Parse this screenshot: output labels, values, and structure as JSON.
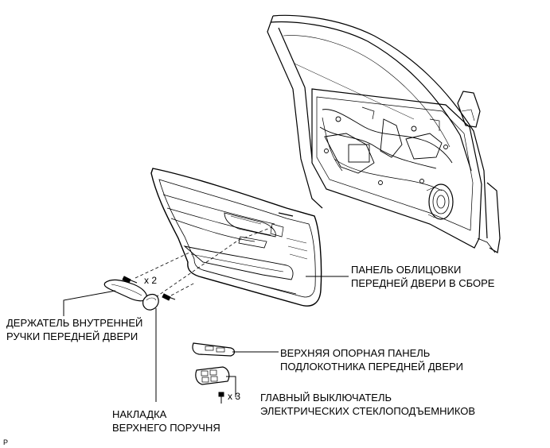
{
  "labels": {
    "door_trim_line1": "ПАНЕЛЬ ОБЛИЦОВКИ",
    "door_trim_line2": "ПЕРЕДНЕЙ ДВЕРИ В СБОРЕ",
    "handle_bezel_line1": "ДЕРЖАТЕЛЬ ВНУТРЕННЕЙ",
    "handle_bezel_line2": "РУЧКИ ПЕРЕДНЕЙ ДВЕРИ",
    "armrest_panel_line1": "ВЕРХНЯЯ ОПОРНАЯ ПАНЕЛЬ",
    "armrest_panel_line2": "ПОДЛОКОТНИКА ПЕРЕДНЕЙ ДВЕРИ",
    "window_switch_line1": "ГЛАВНЫЙ ВЫКЛЮЧАТЕЛЬ",
    "window_switch_line2": "ЭЛЕКТРИЧЕСКИХ СТЕКЛОПОДЪЕМНИКОВ",
    "armrest_cover_line1": "НАКЛАДКА",
    "armrest_cover_line2": "ВЕРХНЕГО ПОРУЧНЯ"
  },
  "quantities": {
    "screws_top": "x 2",
    "screws_switch": "x 3"
  },
  "corner_mark": "P"
}
